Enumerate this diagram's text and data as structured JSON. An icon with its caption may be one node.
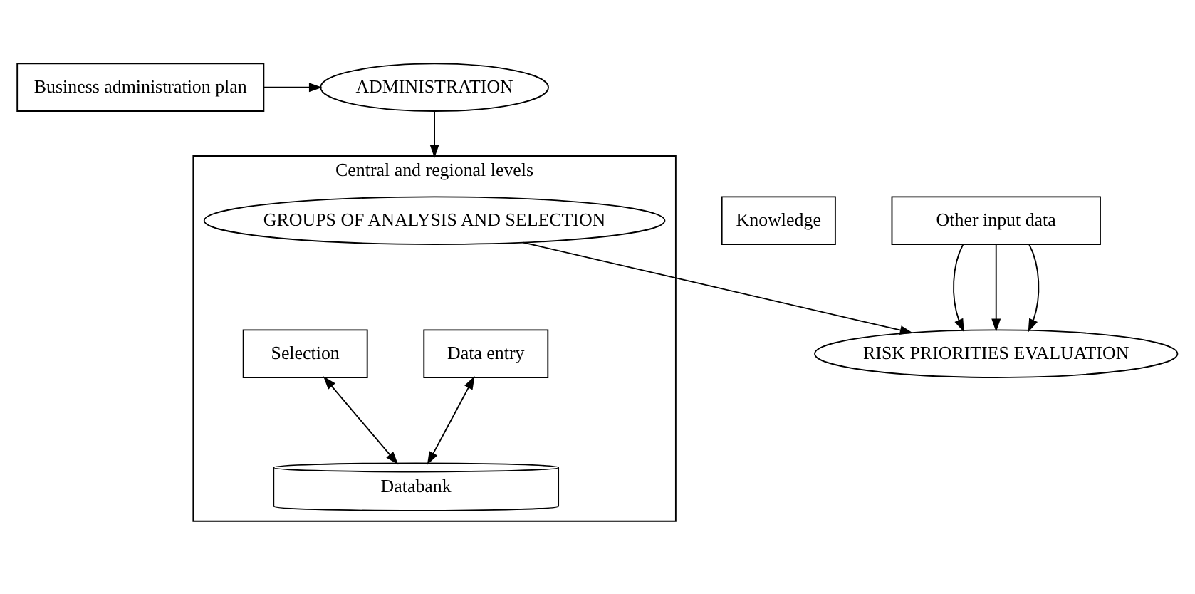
{
  "diagram": {
    "nodes": [
      {
        "text": [
          "ADMINISTRATION"
        ]
      },
      {
        "text": [
          "Business administration plan"
        ]
      },
      {
        "text": [
          "Central and regional levels"
        ]
      },
      {
        "text": [
          "Knowledge"
        ]
      },
      {
        "text": [
          "GROUPS OF ANALYSIS AND SELECTION"
        ],
        "in": 2
      },
      {
        "text": [
          "RISK PRIORITIES EVALUATION"
        ]
      },
      {
        "text": [
          "Selection"
        ],
        "in": 2
      },
      {
        "text": [
          "Data entry"
        ],
        "in": 2
      },
      {
        "text": [
          "Databank"
        ],
        "in": 2
      },
      {
        "text": [
          "Other input data"
        ]
      }
    ],
    "edges": [
      {
        "from": 1,
        "to": 0,
        "arrow": "to"
      },
      {
        "from": 0,
        "to": 2,
        "arrow": "to"
      },
      {
        "from": 4,
        "to": 5,
        "arrow": "to"
      },
      {
        "from": 6,
        "to": 8,
        "arrow": "both"
      },
      {
        "from": 7,
        "to": 8,
        "arrow": "both"
      },
      {
        "from": 9,
        "to": 5,
        "arrow": "to"
      },
      {
        "from": 9,
        "to": 5,
        "arrow": "to"
      },
      {
        "from": 9,
        "to": 5,
        "arrow": "to"
      }
    ]
  }
}
